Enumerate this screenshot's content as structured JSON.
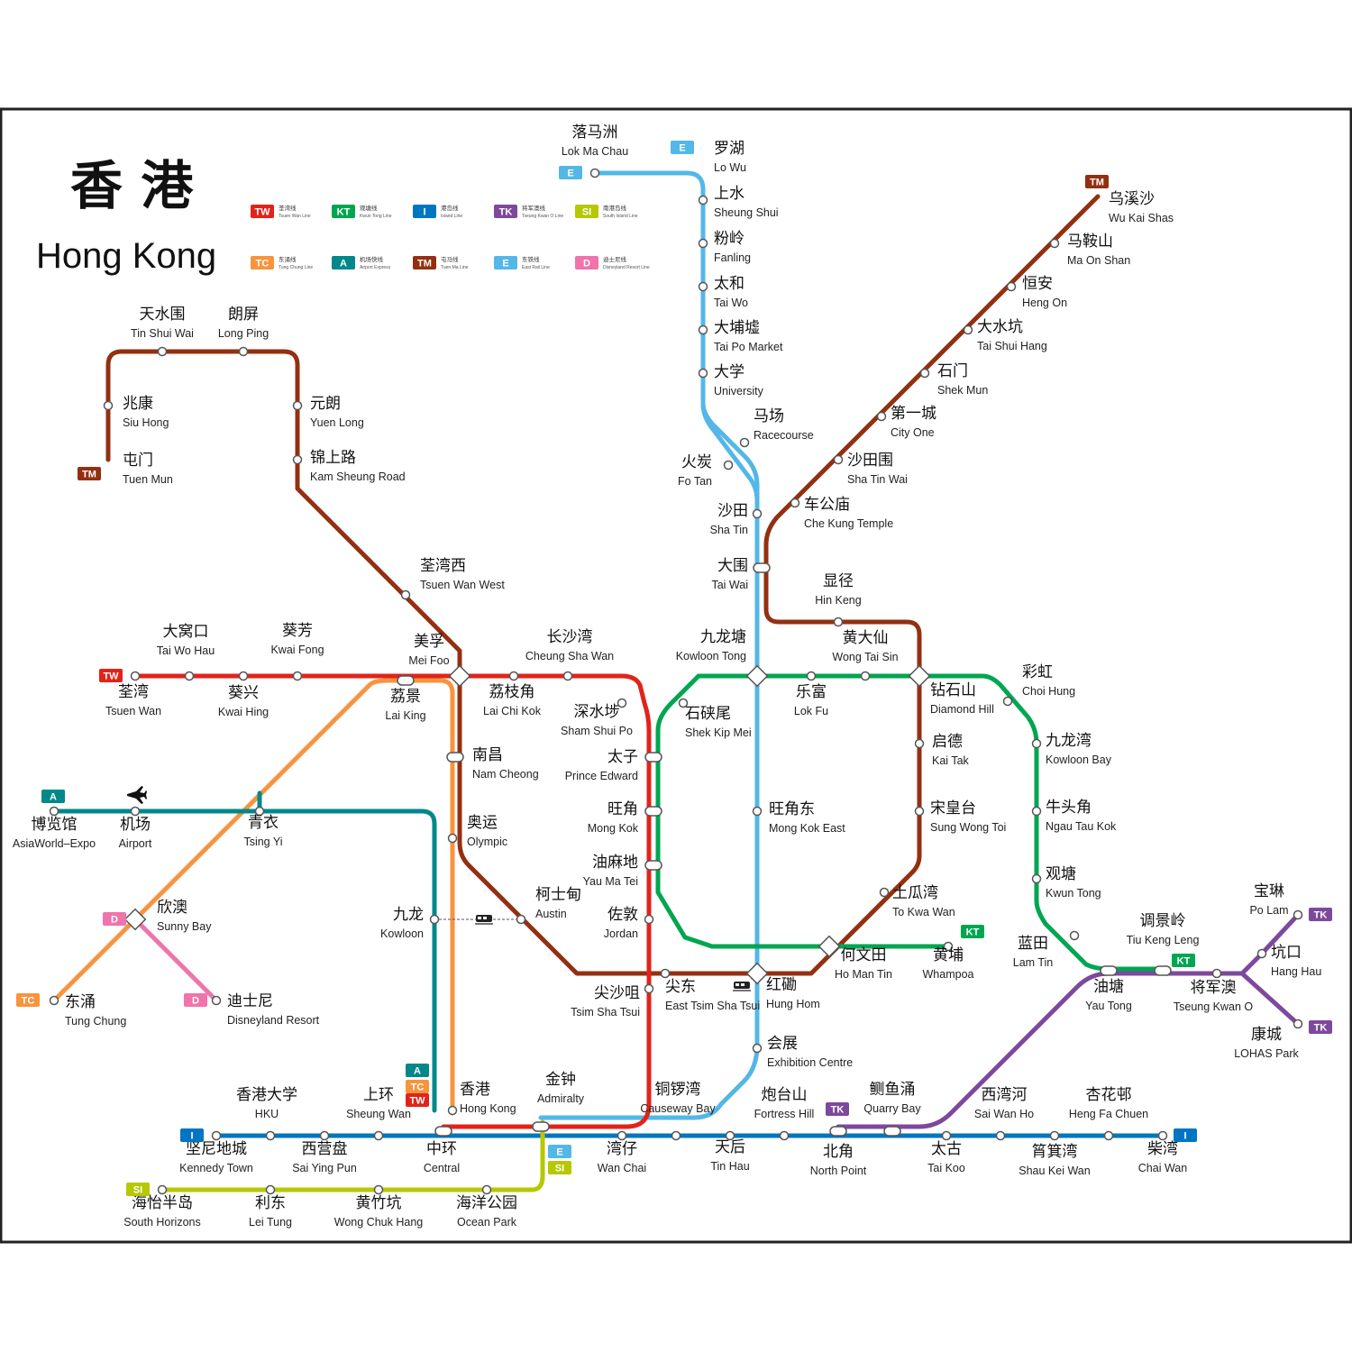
{
  "title": {
    "zh": "香 港",
    "en": "Hong Kong"
  },
  "colors": {
    "TW": "#e2231a",
    "KT": "#00a650",
    "I": "#0075c2",
    "TK": "#7d499d",
    "SI": "#b5c800",
    "TC": "#f7943e",
    "A": "#00888a",
    "TM": "#923011",
    "E": "#53b7e8",
    "D": "#f173ac"
  },
  "legend": [
    {
      "code": "TW",
      "zh": "荃湾线",
      "en": "Tsuen Wan Line"
    },
    {
      "code": "KT",
      "zh": "观塘线",
      "en": "Kwun Tong Line"
    },
    {
      "code": "I",
      "zh": "港岛线",
      "en": "Island Line"
    },
    {
      "code": "TK",
      "zh": "将军澳线",
      "en": "Tseung Kwan O Line"
    },
    {
      "code": "SI",
      "zh": "南港岛线",
      "en": "South Island Line"
    },
    {
      "code": "TC",
      "zh": "东涌线",
      "en": "Tung Chung Line"
    },
    {
      "code": "A",
      "zh": "机场快线",
      "en": "Airport Express"
    },
    {
      "code": "TM",
      "zh": "屯马线",
      "en": "Tuen Ma Line"
    },
    {
      "code": "E",
      "zh": "东铁线",
      "en": "East Rail Line"
    },
    {
      "code": "D",
      "zh": "迪士尼线",
      "en": "Disneyland Resort Line"
    }
  ],
  "badges": [
    {
      "code": "E",
      "at": "lokmachau"
    },
    {
      "code": "E",
      "at": "lowu"
    },
    {
      "code": "TM",
      "at": "wukaisha"
    },
    {
      "code": "TM",
      "at": "tuenmun"
    },
    {
      "code": "TW",
      "at": "tsuenwan"
    },
    {
      "code": "A",
      "at": "asiaworld"
    },
    {
      "code": "D",
      "at": "sunnybay"
    },
    {
      "code": "TC",
      "at": "tungchung"
    },
    {
      "code": "D",
      "at": "disney"
    },
    {
      "code": "KT",
      "at": "whampoa"
    },
    {
      "code": "TK",
      "at": "polam"
    },
    {
      "code": "TK",
      "at": "lohas"
    },
    {
      "code": "KT",
      "at": "tiukengleng"
    },
    {
      "code": "TK",
      "at": "northpoint"
    },
    {
      "code": "A",
      "at": "hongkong"
    },
    {
      "code": "TC",
      "at": "hongkong"
    },
    {
      "code": "TW",
      "at": "central"
    },
    {
      "code": "I",
      "at": "kennedytown"
    },
    {
      "code": "I",
      "at": "chaiwan"
    },
    {
      "code": "E",
      "at": "admiralty"
    },
    {
      "code": "SI",
      "at": "admiralty"
    },
    {
      "code": "SI",
      "at": "southhorizons"
    }
  ],
  "stations": [
    {
      "id": "lokmachau",
      "zh": "落马洲",
      "en": "Lok Ma Chau"
    },
    {
      "id": "lowu",
      "zh": "罗湖",
      "en": "Lo Wu"
    },
    {
      "id": "sheungshui",
      "zh": "上水",
      "en": "Sheung Shui"
    },
    {
      "id": "fanling",
      "zh": "粉岭",
      "en": "Fanling"
    },
    {
      "id": "taiwo",
      "zh": "太和",
      "en": "Tai Wo"
    },
    {
      "id": "taipomarket",
      "zh": "大埔墟",
      "en": "Tai Po Market"
    },
    {
      "id": "university",
      "zh": "大学",
      "en": "University"
    },
    {
      "id": "racecourse",
      "zh": "马场",
      "en": "Racecourse"
    },
    {
      "id": "fotan",
      "zh": "火炭",
      "en": "Fo Tan"
    },
    {
      "id": "shatin",
      "zh": "沙田",
      "en": "Sha Tin"
    },
    {
      "id": "taiwai",
      "zh": "大围",
      "en": "Tai Wai"
    },
    {
      "id": "kowloontong",
      "zh": "九龙塘",
      "en": "Kowloon Tong"
    },
    {
      "id": "mongkokeast",
      "zh": "旺角东",
      "en": "Mong Kok East"
    },
    {
      "id": "hunghom",
      "zh": "红磡",
      "en": "Hung Hom"
    },
    {
      "id": "exhibition",
      "zh": "会展",
      "en": "Exhibition Centre"
    },
    {
      "id": "wukaisha",
      "zh": "乌溪沙",
      "en": "Wu Kai Shas"
    },
    {
      "id": "maonshan",
      "zh": "马鞍山",
      "en": "Ma On Shan"
    },
    {
      "id": "hengon",
      "zh": "恒安",
      "en": "Heng On"
    },
    {
      "id": "taishuihang",
      "zh": "大水坑",
      "en": "Tai Shui Hang"
    },
    {
      "id": "shekmun",
      "zh": "石门",
      "en": "Shek Mun"
    },
    {
      "id": "cityone",
      "zh": "第一城",
      "en": "City One"
    },
    {
      "id": "shatinwai",
      "zh": "沙田围",
      "en": "Sha Tin Wai"
    },
    {
      "id": "chekung",
      "zh": "车公庙",
      "en": "Che Kung Temple"
    },
    {
      "id": "hinkeng",
      "zh": "显径",
      "en": "Hin Keng"
    },
    {
      "id": "diamondhill",
      "zh": "钻石山",
      "en": "Diamond Hill"
    },
    {
      "id": "kaitak",
      "zh": "启德",
      "en": "Kai Tak"
    },
    {
      "id": "sungwongtoi",
      "zh": "宋皇台",
      "en": "Sung Wong Toi"
    },
    {
      "id": "tokwawan",
      "zh": "土瓜湾",
      "en": "To Kwa Wan"
    },
    {
      "id": "homantin",
      "zh": "何文田",
      "en": "Ho Man Tin"
    },
    {
      "id": "whampoa",
      "zh": "黄埔",
      "en": "Whampoa"
    },
    {
      "id": "easttsimshatsui",
      "zh": "尖东",
      "en": "East Tsim Sha Tsui"
    },
    {
      "id": "austin",
      "zh": "柯士甸",
      "en": "Austin"
    },
    {
      "id": "namcheong",
      "zh": "南昌",
      "en": "Nam Cheong"
    },
    {
      "id": "meifoo",
      "zh": "美孚",
      "en": "Mei Foo"
    },
    {
      "id": "tsuenwanwest",
      "zh": "荃湾西",
      "en": "Tsuen Wan West"
    },
    {
      "id": "kamsheungroad",
      "zh": "锦上路",
      "en": "Kam Sheung Road"
    },
    {
      "id": "yuenlong",
      "zh": "元朗",
      "en": "Yuen Long"
    },
    {
      "id": "longping",
      "zh": "朗屏",
      "en": "Long Ping"
    },
    {
      "id": "tinshuiwai",
      "zh": "天水围",
      "en": "Tin Shui Wai"
    },
    {
      "id": "siuhong",
      "zh": "兆康",
      "en": "Siu Hong"
    },
    {
      "id": "tuenmun",
      "zh": "屯门",
      "en": "Tuen Mun"
    },
    {
      "id": "tsuenwan",
      "zh": "荃湾",
      "en": "Tsuen Wan"
    },
    {
      "id": "taiwohau",
      "zh": "大窝口",
      "en": "Tai Wo Hau"
    },
    {
      "id": "kwaihing",
      "zh": "葵兴",
      "en": "Kwai Hing"
    },
    {
      "id": "kwaifong",
      "zh": "葵芳",
      "en": "Kwai Fong"
    },
    {
      "id": "laiking",
      "zh": "荔景",
      "en": "Lai King"
    },
    {
      "id": "cheungshawan",
      "zh": "长沙湾",
      "en": "Cheung Sha Wan"
    },
    {
      "id": "laichikok",
      "zh": "荔枝角",
      "en": "Lai Chi Kok"
    },
    {
      "id": "shamshuipo",
      "zh": "深水埗",
      "en": "Sham Shui Po"
    },
    {
      "id": "princeedward",
      "zh": "太子",
      "en": "Prince Edward"
    },
    {
      "id": "mongkok",
      "zh": "旺角",
      "en": "Mong Kok"
    },
    {
      "id": "yaumatei",
      "zh": "油麻地",
      "en": "Yau Ma Tei"
    },
    {
      "id": "jordan",
      "zh": "佐敦",
      "en": "Jordan"
    },
    {
      "id": "tsimshatsui",
      "zh": "尖沙咀",
      "en": "Tsim Sha Tsui"
    },
    {
      "id": "admiralty",
      "zh": "金钟",
      "en": "Admiralty"
    },
    {
      "id": "central",
      "zh": "中环",
      "en": "Central"
    },
    {
      "id": "shekkipmei",
      "zh": "石硖尾",
      "en": "Shek Kip Mei"
    },
    {
      "id": "lokfu",
      "zh": "乐富",
      "en": "Lok Fu"
    },
    {
      "id": "wongtaisin",
      "zh": "黄大仙",
      "en": "Wong Tai Sin"
    },
    {
      "id": "choihung",
      "zh": "彩虹",
      "en": "Choi Hung"
    },
    {
      "id": "kowloonbay",
      "zh": "九龙湾",
      "en": "Kowloon Bay"
    },
    {
      "id": "ngautaukok",
      "zh": "牛头角",
      "en": "Ngau Tau Kok"
    },
    {
      "id": "kwuntong",
      "zh": "观塘",
      "en": "Kwun Tong"
    },
    {
      "id": "lamtin",
      "zh": "蓝田",
      "en": "Lam Tin"
    },
    {
      "id": "yautong",
      "zh": "油塘",
      "en": "Yau Tong"
    },
    {
      "id": "tiukengleng",
      "zh": "调景岭",
      "en": "Tiu Keng Leng"
    },
    {
      "id": "tseungkwano",
      "zh": "将军澳",
      "en": "Tseung Kwan O"
    },
    {
      "id": "polam",
      "zh": "宝琳",
      "en": "Po Lam"
    },
    {
      "id": "hanghau",
      "zh": "坑口",
      "en": "Hang Hau"
    },
    {
      "id": "lohas",
      "zh": "康城",
      "en": "LOHAS Park"
    },
    {
      "id": "asiaworld",
      "zh": "博览馆",
      "en": "AsiaWorld–Expo"
    },
    {
      "id": "airport",
      "zh": "机场",
      "en": "Airport"
    },
    {
      "id": "tsingyi",
      "zh": "青衣",
      "en": "Tsing Yi"
    },
    {
      "id": "kowloon",
      "zh": "九龙",
      "en": "Kowloon"
    },
    {
      "id": "olympic",
      "zh": "奥运",
      "en": "Olympic"
    },
    {
      "id": "hongkong",
      "zh": "香港",
      "en": "Hong Kong"
    },
    {
      "id": "sunnybay",
      "zh": "欣澳",
      "en": "Sunny Bay"
    },
    {
      "id": "tungchung",
      "zh": "东涌",
      "en": "Tung Chung"
    },
    {
      "id": "disney",
      "zh": "迪士尼",
      "en": "Disneyland Resort"
    },
    {
      "id": "kennedytown",
      "zh": "坚尼地城",
      "en": "Kennedy Town"
    },
    {
      "id": "hku",
      "zh": "香港大学",
      "en": "HKU"
    },
    {
      "id": "saiyingpun",
      "zh": "西营盘",
      "en": "Sai Ying Pun"
    },
    {
      "id": "sheungwan",
      "zh": "上环",
      "en": "Sheung Wan"
    },
    {
      "id": "wanchai",
      "zh": "湾仔",
      "en": "Wan Chai"
    },
    {
      "id": "causewaybay",
      "zh": "铜锣湾",
      "en": "Causeway Bay"
    },
    {
      "id": "tinhau",
      "zh": "天后",
      "en": "Tin Hau"
    },
    {
      "id": "fortresshill",
      "zh": "炮台山",
      "en": "Fortress Hill"
    },
    {
      "id": "northpoint",
      "zh": "北角",
      "en": "North Point"
    },
    {
      "id": "quarrybay",
      "zh": "鲗鱼涌",
      "en": "Quarry Bay"
    },
    {
      "id": "taikoo",
      "zh": "太古",
      "en": "Tai Koo"
    },
    {
      "id": "saiwanho",
      "zh": "西湾河",
      "en": "Sai Wan Ho"
    },
    {
      "id": "shaukeiwan",
      "zh": "筲箕湾",
      "en": "Shau Kei Wan"
    },
    {
      "id": "hengfachuen",
      "zh": "杏花邨",
      "en": "Heng Fa Chuen"
    },
    {
      "id": "chaiwan",
      "zh": "柴湾",
      "en": "Chai Wan"
    },
    {
      "id": "southhorizons",
      "zh": "海怡半岛",
      "en": "South Horizons"
    },
    {
      "id": "leitung",
      "zh": "利东",
      "en": "Lei Tung"
    },
    {
      "id": "wongchukhang",
      "zh": "黄竹坑",
      "en": "Wong Chuk Hang"
    },
    {
      "id": "oceanpark",
      "zh": "海洋公园",
      "en": "Ocean Park"
    }
  ]
}
